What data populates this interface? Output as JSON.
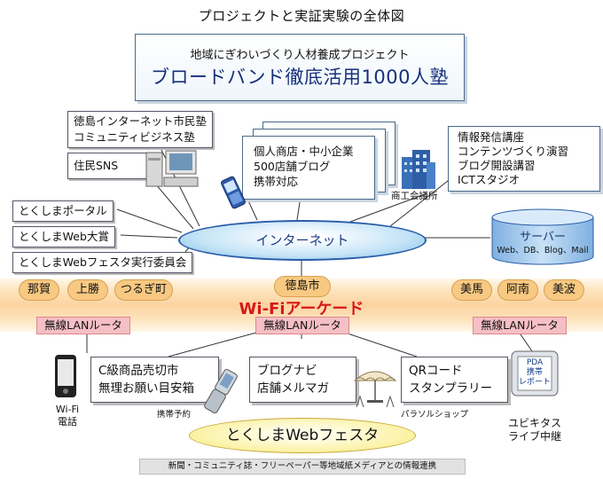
{
  "title": "プロジェクトと実証実験の全体図",
  "top": {
    "sub": "地域にぎわいづくり人材養成プロジェクト",
    "main": "ブロードバンド徹底活用1000人塾"
  },
  "left_boxes": {
    "juku": [
      "徳島インターネット市民塾",
      "コミュニティビジネス塾"
    ],
    "sns": "住民SNS",
    "portal": "とくしまポータル",
    "award": "とくしまWeb大賞",
    "committee": "とくしまWebフェスタ実行委員会"
  },
  "stores": [
    "個人商店・中小企業",
    "500店舗ブログ",
    "携帯対応"
  ],
  "courses": [
    "情報発信講座",
    "コンテンツづくり演習",
    "ブログ開設講習",
    "ICTスタジオ"
  ],
  "chamber": "商工会議所",
  "internet": "インターネット",
  "server": {
    "title": "サーバー",
    "detail": "Web、DB、Blog、Mail"
  },
  "arcade": {
    "city": "徳島市",
    "name": "Wi-Fiアーケード"
  },
  "towns_left": [
    "那賀",
    "上勝",
    "つるぎ町"
  ],
  "towns_right": [
    "美馬",
    "阿南",
    "美波"
  ],
  "router_label": "無線LANルータ",
  "phone_label": [
    "Wi-Fi",
    "電話"
  ],
  "svc": {
    "coupon": [
      "C級商品売切市",
      "無理お願い目安箱"
    ],
    "blognavi": [
      "ブログナビ",
      "店舗メルマガ"
    ],
    "qr": [
      "QRコード",
      "スタンプラリー"
    ]
  },
  "keitai_yoyaku": "携帯予約",
  "parasol": "パラソルショップ",
  "pda": {
    "screen": [
      "PDA",
      "携帯",
      "レポート"
    ],
    "label": [
      "ユビキタス",
      "ライブ中継"
    ]
  },
  "festa": "とくしまWebフェスタ",
  "footer": "新聞・コミュニティ誌・フリーペーパー等地域紙メディアとの情報連携"
}
